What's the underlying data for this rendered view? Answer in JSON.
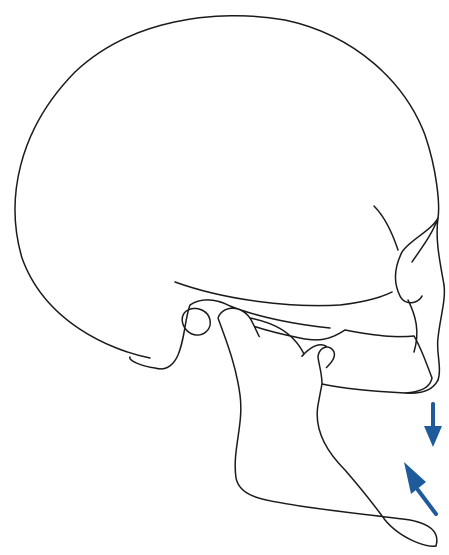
{
  "figure": {
    "subject": "skull-lateral-view",
    "colors": {
      "line": "#1a1a1a",
      "arrow": "#1d5b9b",
      "background": "#ffffff"
    },
    "arrows": [
      {
        "name": "arrow-down",
        "direction": "down"
      },
      {
        "name": "arrow-up-left",
        "direction": "up-left"
      }
    ]
  }
}
